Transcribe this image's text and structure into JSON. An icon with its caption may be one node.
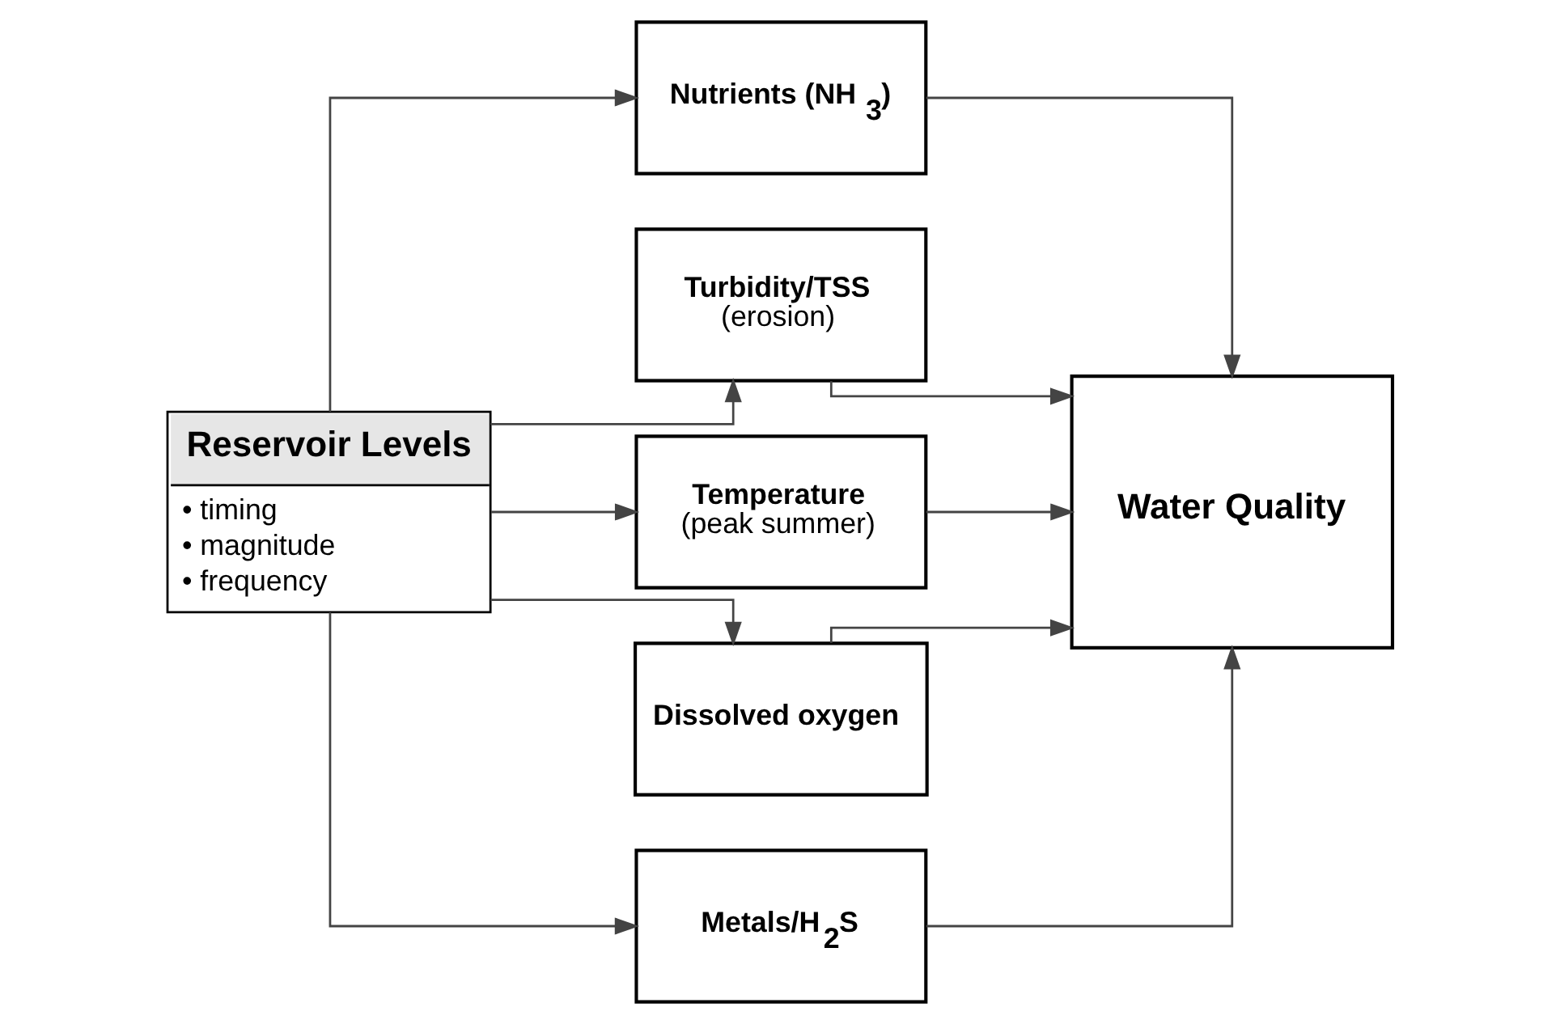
{
  "diagram": {
    "nodes": [
      {
        "text": [
          "Reservoir Levels",
          "• timing",
          "• magnitude",
          "• frequency"
        ]
      },
      {
        "text": [
          "Nutrients (NH$_{3}$)"
        ]
      },
      {
        "text": [
          "Turbidity/TSS",
          "(erosion)"
        ]
      },
      {
        "text": [
          "Temperature",
          "(peak summer)"
        ]
      },
      {
        "text": [
          "Dissolved oxygen"
        ]
      },
      {
        "text": [
          "Metals/H$_{2}$S"
        ]
      },
      {
        "text": [
          "Water Quality"
        ]
      }
    ],
    "edges": [
      {
        "from": 0,
        "to": 1,
        "arrow": "to"
      },
      {
        "from": 0,
        "to": 2,
        "arrow": "to"
      },
      {
        "from": 0,
        "to": 3,
        "arrow": "to"
      },
      {
        "from": 0,
        "to": 4,
        "arrow": "to"
      },
      {
        "from": 0,
        "to": 5,
        "arrow": "to"
      },
      {
        "from": 1,
        "to": 6,
        "arrow": "to"
      },
      {
        "from": 2,
        "to": 6,
        "arrow": "to"
      },
      {
        "from": 3,
        "to": 6,
        "arrow": "to"
      },
      {
        "from": 4,
        "to": 6,
        "arrow": "to"
      },
      {
        "from": 5,
        "to": 6,
        "arrow": "to"
      }
    ]
  }
}
